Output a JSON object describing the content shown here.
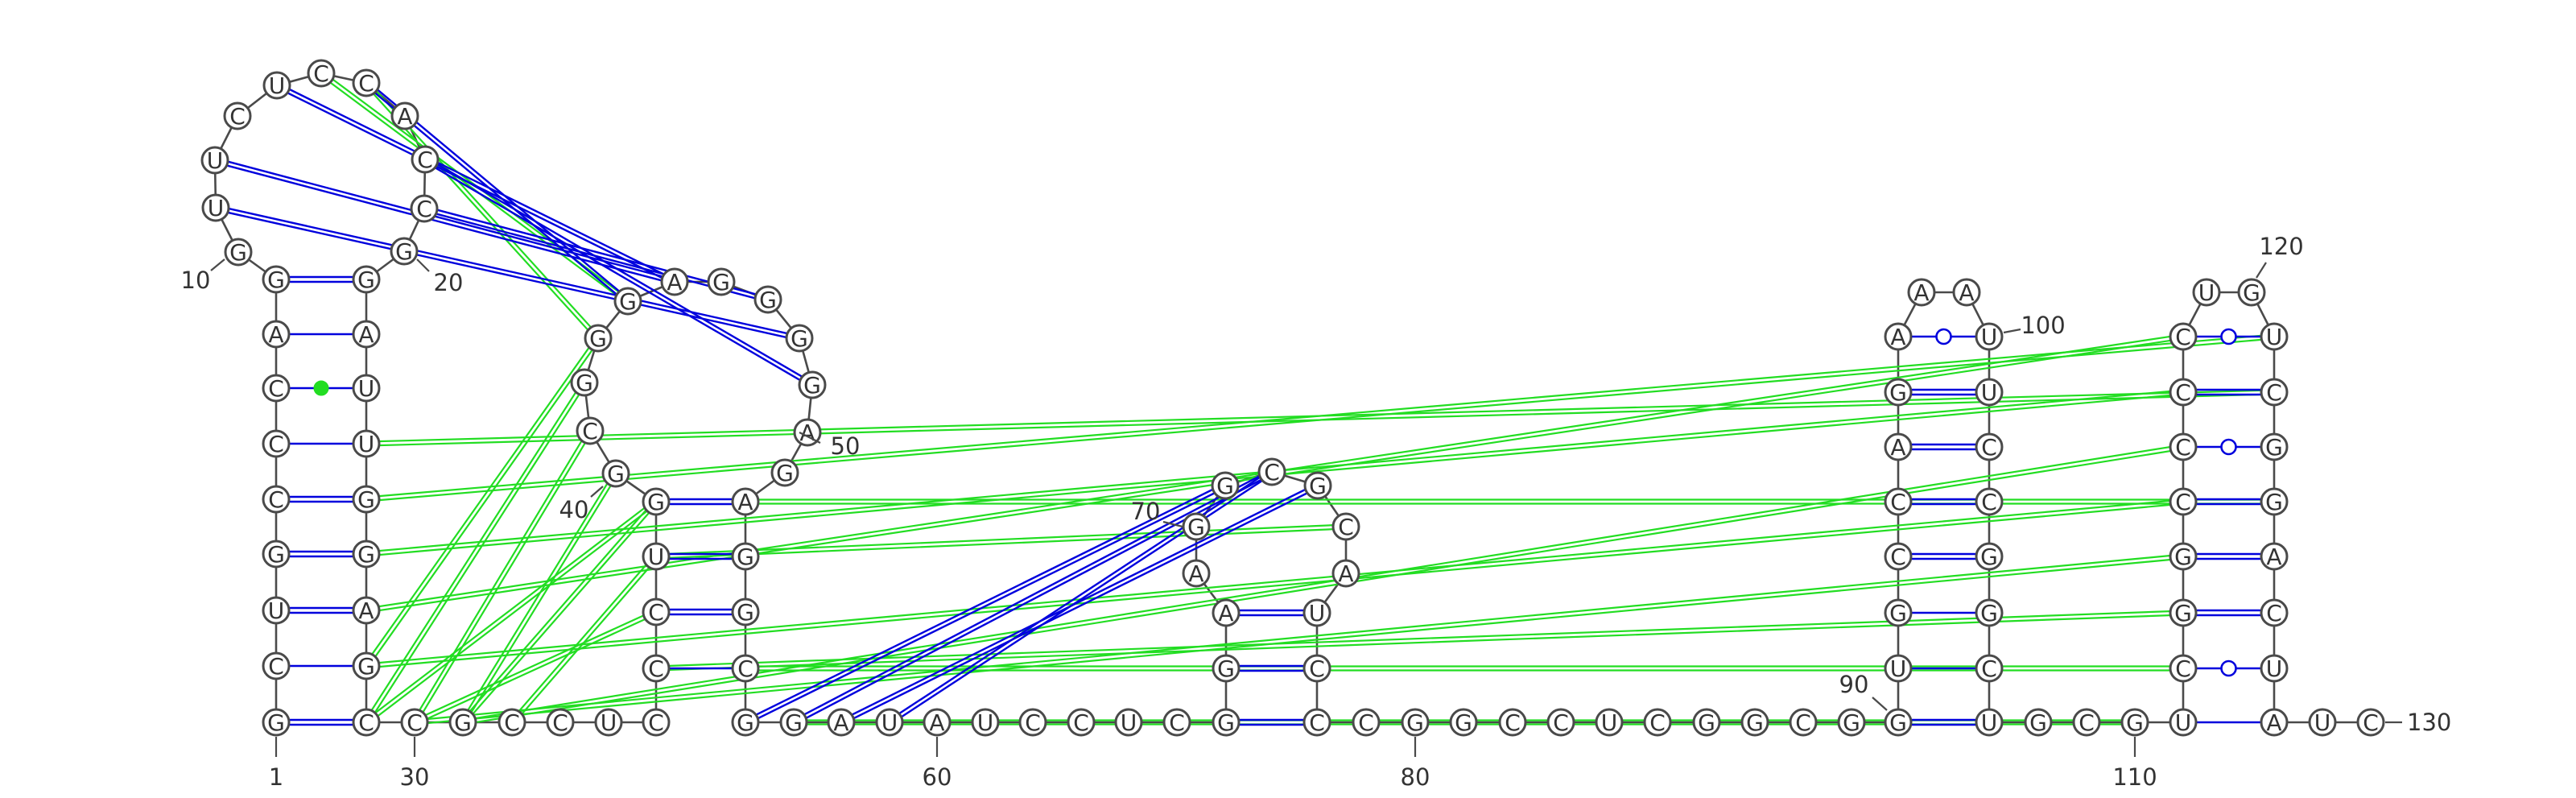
{
  "sequence": "GCUGCCCAGGUUCUCCACCGGAUUGGAGCCGCCUCCCUGGCGGGAGGGGAGAGGCGGAUAUCCUCGGAAGGCGCAUCCCGGCCUCGGCGGUGCCAGAAAUUCCGGCUGCGUCGGCCCCUGUCGGACUAUC",
  "display_sequence": [
    "G",
    "C",
    "U",
    "G",
    "C",
    "C",
    "C",
    "A",
    "G",
    "G",
    "U",
    "U",
    "C",
    "U",
    "C",
    "C",
    "A",
    "C",
    "C",
    "G",
    "G",
    "A",
    "U",
    "U",
    "G",
    "G",
    "A",
    "G",
    "C",
    "C",
    "G",
    "C",
    "C",
    "U",
    "C",
    "C",
    "C",
    "U",
    "G",
    "G",
    "C",
    "G",
    "G",
    "G",
    "A",
    "G",
    "G",
    "G",
    "G",
    "A",
    "G",
    "A",
    "G",
    "G",
    "C",
    "G",
    "G",
    "A",
    "U",
    "A",
    "U",
    "C",
    "C",
    "U",
    "C",
    "G",
    "G",
    "A",
    "A",
    "G",
    "G",
    "C",
    "G",
    "C",
    "A",
    "U",
    "C",
    "C",
    "C",
    "G",
    "G",
    "C",
    "C",
    "U",
    "C",
    "G",
    "G",
    "C",
    "G",
    "G",
    "U",
    "G",
    "C",
    "C",
    "A",
    "G",
    "A",
    "A",
    "A",
    "U",
    "U",
    "C",
    "C",
    "G",
    "G",
    "C",
    "U",
    "G",
    "C",
    "G",
    "U",
    "C",
    "G",
    "G",
    "C",
    "C",
    "C",
    "C",
    "U",
    "G",
    "U",
    "C",
    "G",
    "G",
    "A",
    "C",
    "U",
    "A",
    "U",
    "C"
  ],
  "position_labels": [
    "1",
    "10",
    "20",
    "30",
    "40",
    "50",
    "60",
    "70",
    "80",
    "90",
    "100",
    "110",
    "120",
    "130"
  ],
  "colors": {
    "canonical": "#0000dd",
    "wobble": "#0000dd",
    "pseudoknot": "#22dd22",
    "backbone": "#4a4a4a",
    "nucleotide_outline": "#4a4a4a"
  }
}
